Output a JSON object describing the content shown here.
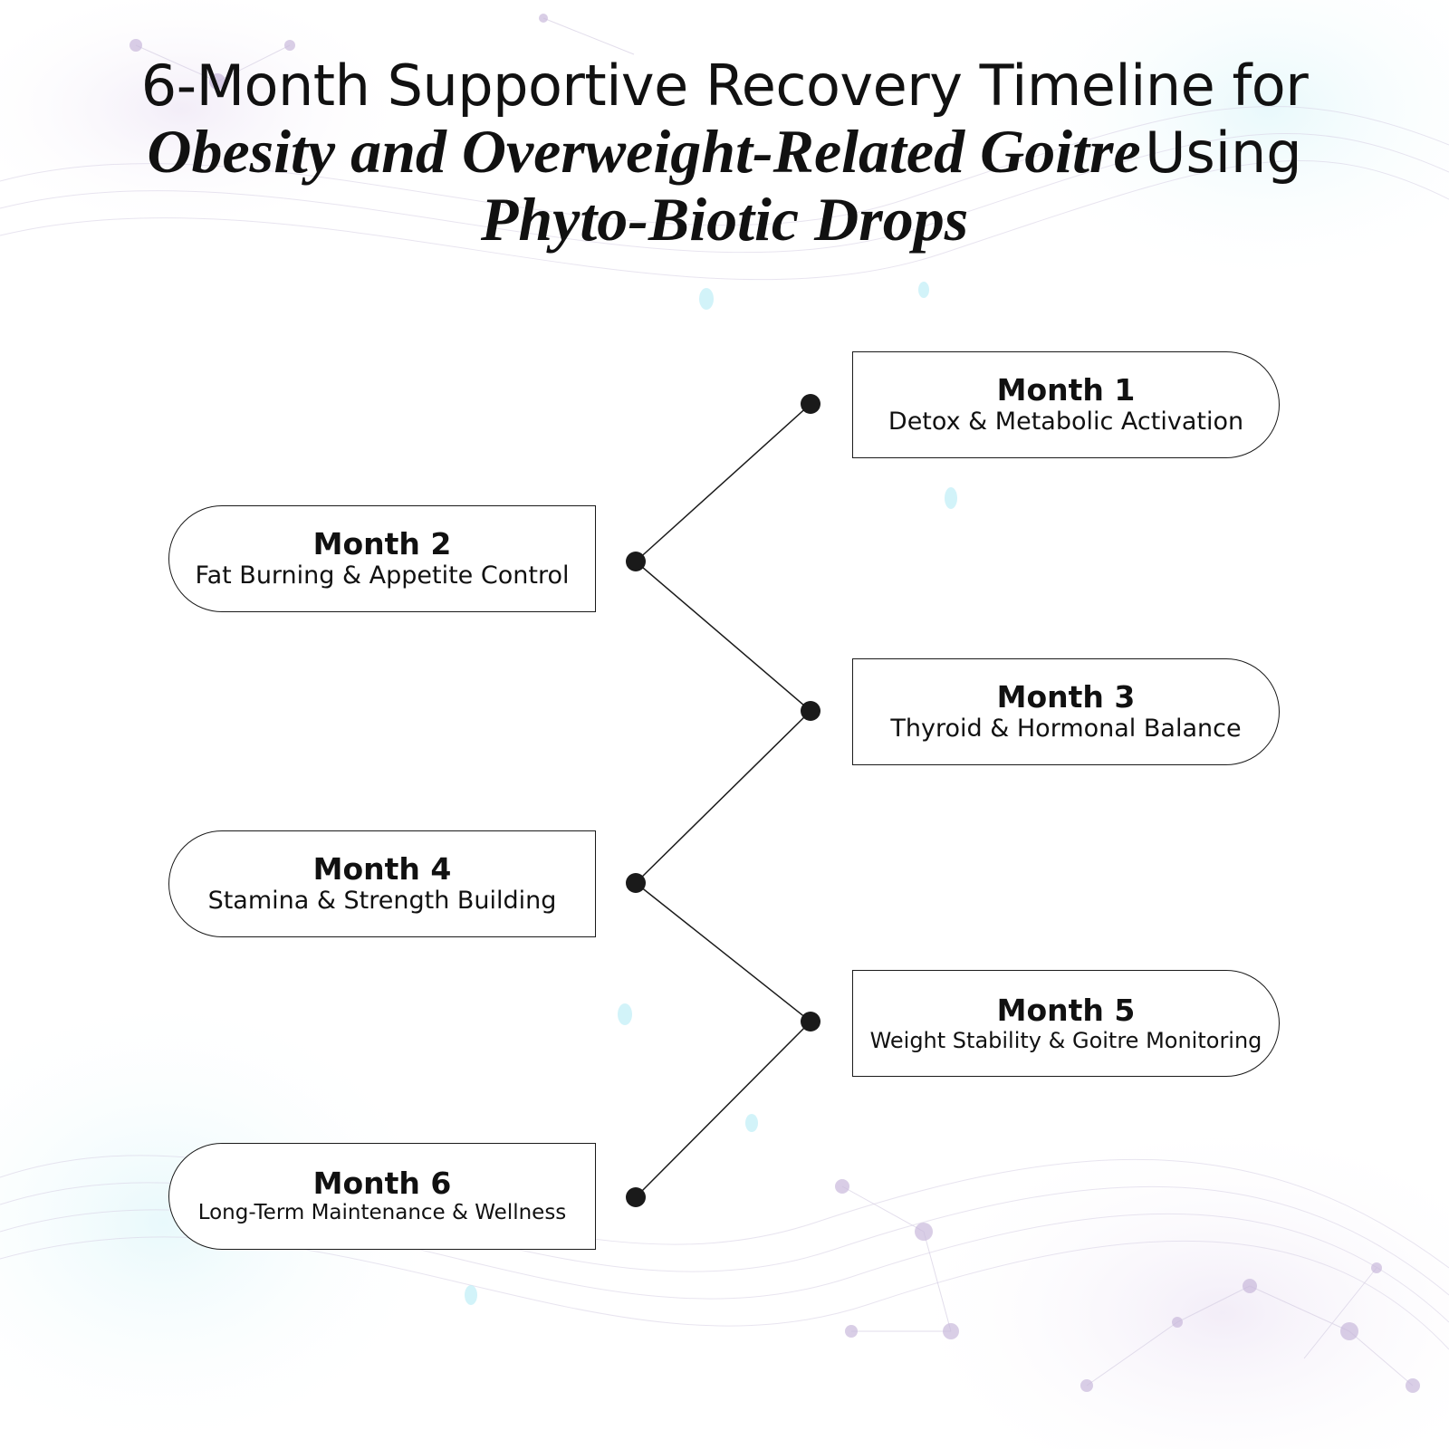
{
  "title": {
    "line1": "6-Month Supportive Recovery Timeline for",
    "line2_italic": "Obesity and Overweight-Related Goitre",
    "line2_plain": "Using",
    "line3_italic": "Phyto-Biotic Drops"
  },
  "timeline": [
    {
      "month": "Month 1",
      "description": "Detox & Metabolic Activation"
    },
    {
      "month": "Month 2",
      "description": "Fat Burning & Appetite Control"
    },
    {
      "month": "Month 3",
      "description": "Thyroid & Hormonal Balance"
    },
    {
      "month": "Month 4",
      "description": "Stamina & Strength Building"
    },
    {
      "month": "Month 5",
      "description": "Weight Stability & Goitre Monitoring"
    },
    {
      "month": "Month 6",
      "description": "Long-Term Maintenance & Wellness"
    }
  ],
  "colors": {
    "text": "#111111",
    "line": "#1a1a1a",
    "dot": "#1a1a1a",
    "network_purple": "#b9a6cf",
    "network_cyan": "#9fe3ef"
  }
}
